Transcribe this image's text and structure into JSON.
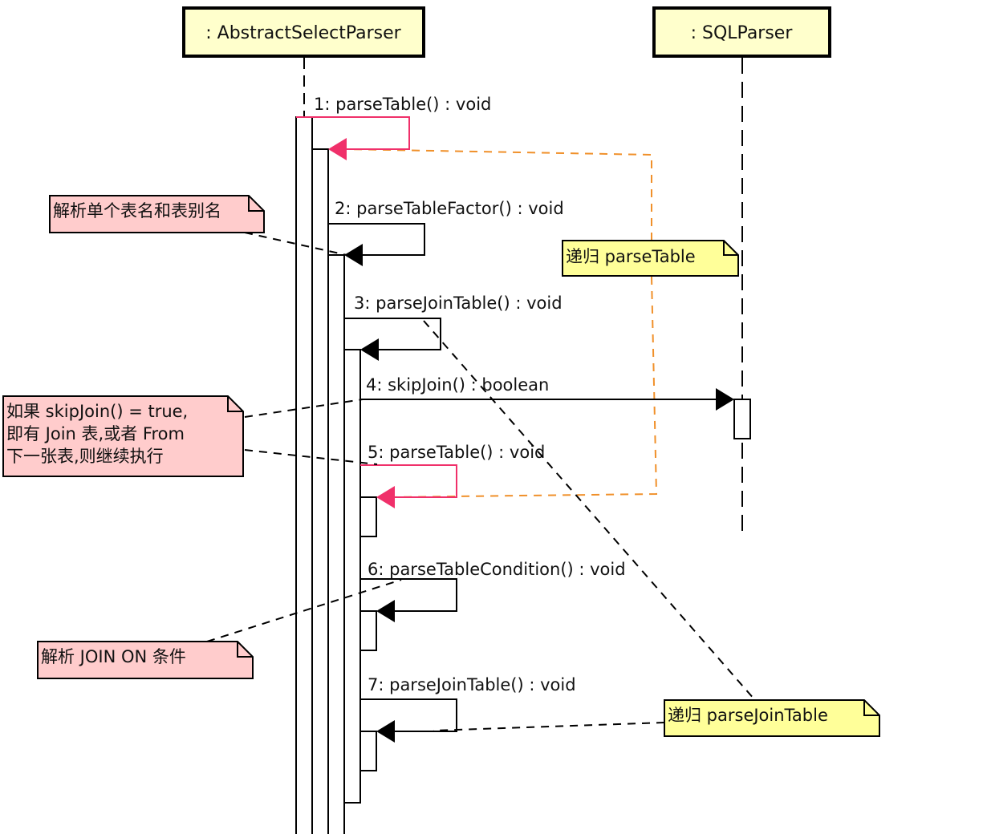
{
  "diagram": {
    "type": "uml-sequence",
    "lifelines": [
      {
        "id": "asp",
        "label": ": AbstractSelectParser"
      },
      {
        "id": "sql",
        "label": ": SQLParser"
      }
    ],
    "messages": [
      {
        "num": "1",
        "text": "1: parseTable() : void",
        "from": "asp",
        "to": "asp",
        "kind": "self-call",
        "highlight": true
      },
      {
        "num": "2",
        "text": "2: parseTableFactor() : void",
        "from": "asp",
        "to": "asp",
        "kind": "self-call",
        "highlight": false
      },
      {
        "num": "3",
        "text": "3: parseJoinTable() : void",
        "from": "asp",
        "to": "asp",
        "kind": "self-call",
        "highlight": false
      },
      {
        "num": "4",
        "text": "4: skipJoin() : boolean",
        "from": "asp",
        "to": "sql",
        "kind": "call",
        "highlight": false
      },
      {
        "num": "5",
        "text": "5: parseTable() : void",
        "from": "asp",
        "to": "asp",
        "kind": "self-call",
        "highlight": true
      },
      {
        "num": "6",
        "text": "6: parseTableCondition() : void",
        "from": "asp",
        "to": "asp",
        "kind": "self-call",
        "highlight": false
      },
      {
        "num": "7",
        "text": "7: parseJoinTable() : void",
        "from": "asp",
        "to": "asp",
        "kind": "self-call",
        "highlight": false
      }
    ],
    "notes": [
      {
        "id": "note-table-alias",
        "lines": [
          "解析单个表名和表别名"
        ],
        "color": "pink",
        "attached_to": "2"
      },
      {
        "id": "note-recursive-parse-table",
        "lines": [
          "递归 parseTable"
        ],
        "color": "yellow",
        "attached_to": "1,5"
      },
      {
        "id": "note-skip-join",
        "lines": [
          "如果 skipJoin() = true,",
          "即有 Join 表,或者 From",
          "下一张表,则继续执行"
        ],
        "color": "pink",
        "attached_to": "4,5"
      },
      {
        "id": "note-join-on",
        "lines": [
          "解析 JOIN ON 条件"
        ],
        "color": "pink",
        "attached_to": "6"
      },
      {
        "id": "note-recursive-join-table",
        "lines": [
          "递归 parseJoinTable"
        ],
        "color": "yellow",
        "attached_to": "3,7"
      }
    ],
    "colors": {
      "lifeline_head_fill": "#ffffcc",
      "note_pink": "#ffcccc",
      "note_yellow": "#ffff99",
      "highlight_pink": "#f0306a",
      "recursion_orange": "#f0902a",
      "line": "#000000"
    }
  }
}
